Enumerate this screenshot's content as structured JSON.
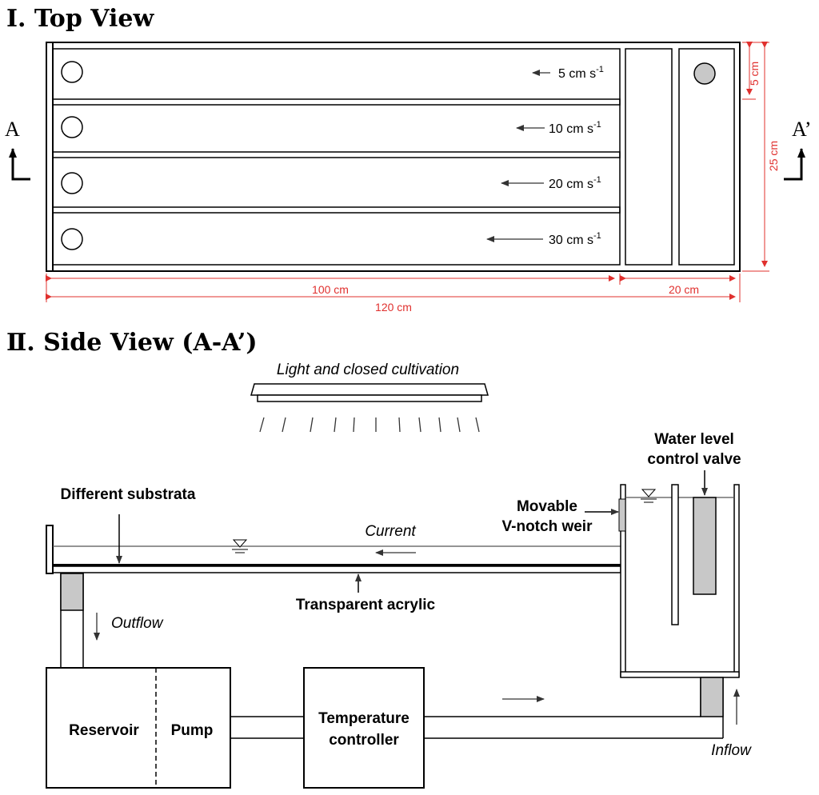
{
  "top_view": {
    "heading": "Ⅰ. Top View",
    "channels": [
      {
        "speed": "5 cm s",
        "sup": "-1"
      },
      {
        "speed": "10 cm s",
        "sup": "-1"
      },
      {
        "speed": "20 cm s",
        "sup": "-1"
      },
      {
        "speed": "30 cm s",
        "sup": "-1"
      }
    ],
    "section_left": "A",
    "section_right": "A’",
    "dimensions": {
      "channel_length": "100 cm",
      "tank_length": "20 cm",
      "total_length": "120 cm",
      "channel_width": "5 cm",
      "total_width": "25 cm"
    }
  },
  "side_view": {
    "heading": "Ⅱ. Side View (A-A’)",
    "light_label": "Light and closed cultivation",
    "substrata_label": "Different substrata",
    "current_label": "Current",
    "acrylic_label": "Transparent acrylic",
    "outflow_label": "Outflow",
    "weir_label_line1": "Movable",
    "weir_label_line2": "V-notch weir",
    "valve_label_line1": "Water level",
    "valve_label_line2": "control valve",
    "reservoir_label": "Reservoir",
    "pump_label": "Pump",
    "temp_label_line1": "Temperature",
    "temp_label_line2": "controller",
    "inflow_label": "Inflow"
  },
  "colors": {
    "dimension_red": "#e0302e",
    "fill_grey": "#c8c8c8"
  }
}
